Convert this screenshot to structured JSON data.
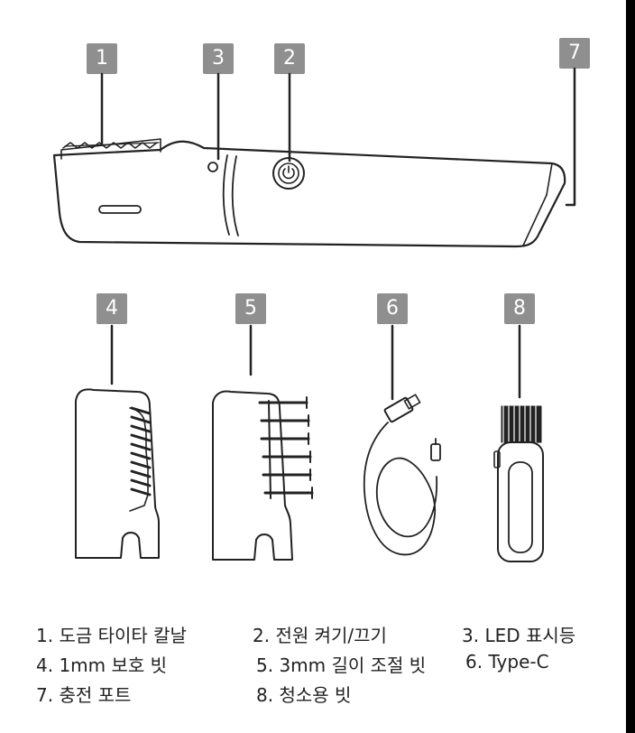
{
  "callouts": [
    "1",
    "3",
    "2",
    "7",
    "4",
    "5",
    "6",
    "8"
  ],
  "legend": [
    [
      "1. 도금 타이타 칼날",
      "2. 전원 켜기/끄기",
      "3. LED 표시등"
    ],
    [
      "4. 1mm 보호 빗",
      "5. 3mm 길이 조절 빗",
      "6. Type-C"
    ],
    [
      "7. 충전 포트",
      "8. 청소용 빗"
    ]
  ],
  "colors": {
    "badge": "#8f8f8f",
    "line": "#222222"
  }
}
